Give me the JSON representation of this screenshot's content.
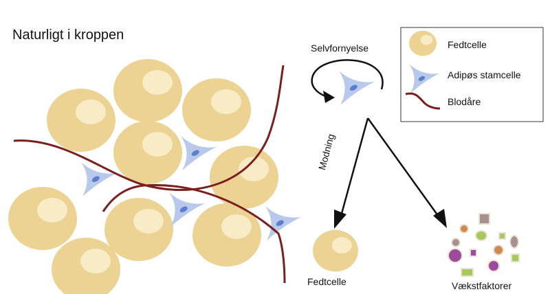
{
  "title": "Naturligt i kroppen",
  "self_renewal_label": "Selvfornyelse",
  "maturation_label": "Modning",
  "fat_cell_label": "Fedtcelle",
  "growth_factors_label": "Vækstfaktorer",
  "legend": {
    "fat_cell": "Fedtcelle",
    "stem_cell": "Adipøs stamcelle",
    "blood_vessel": "Blodåre"
  },
  "colors": {
    "fat_cell": "#ecd394",
    "fat_highlight": "#f7ecc6",
    "stem_cell": "#b9c9ec",
    "nucleus": "#5b7fc8",
    "vessel": "#7a1e1e",
    "purple": "#9b4a9c",
    "green": "#a7c85a",
    "orange": "#d0894d",
    "mauve": "#a89090"
  }
}
